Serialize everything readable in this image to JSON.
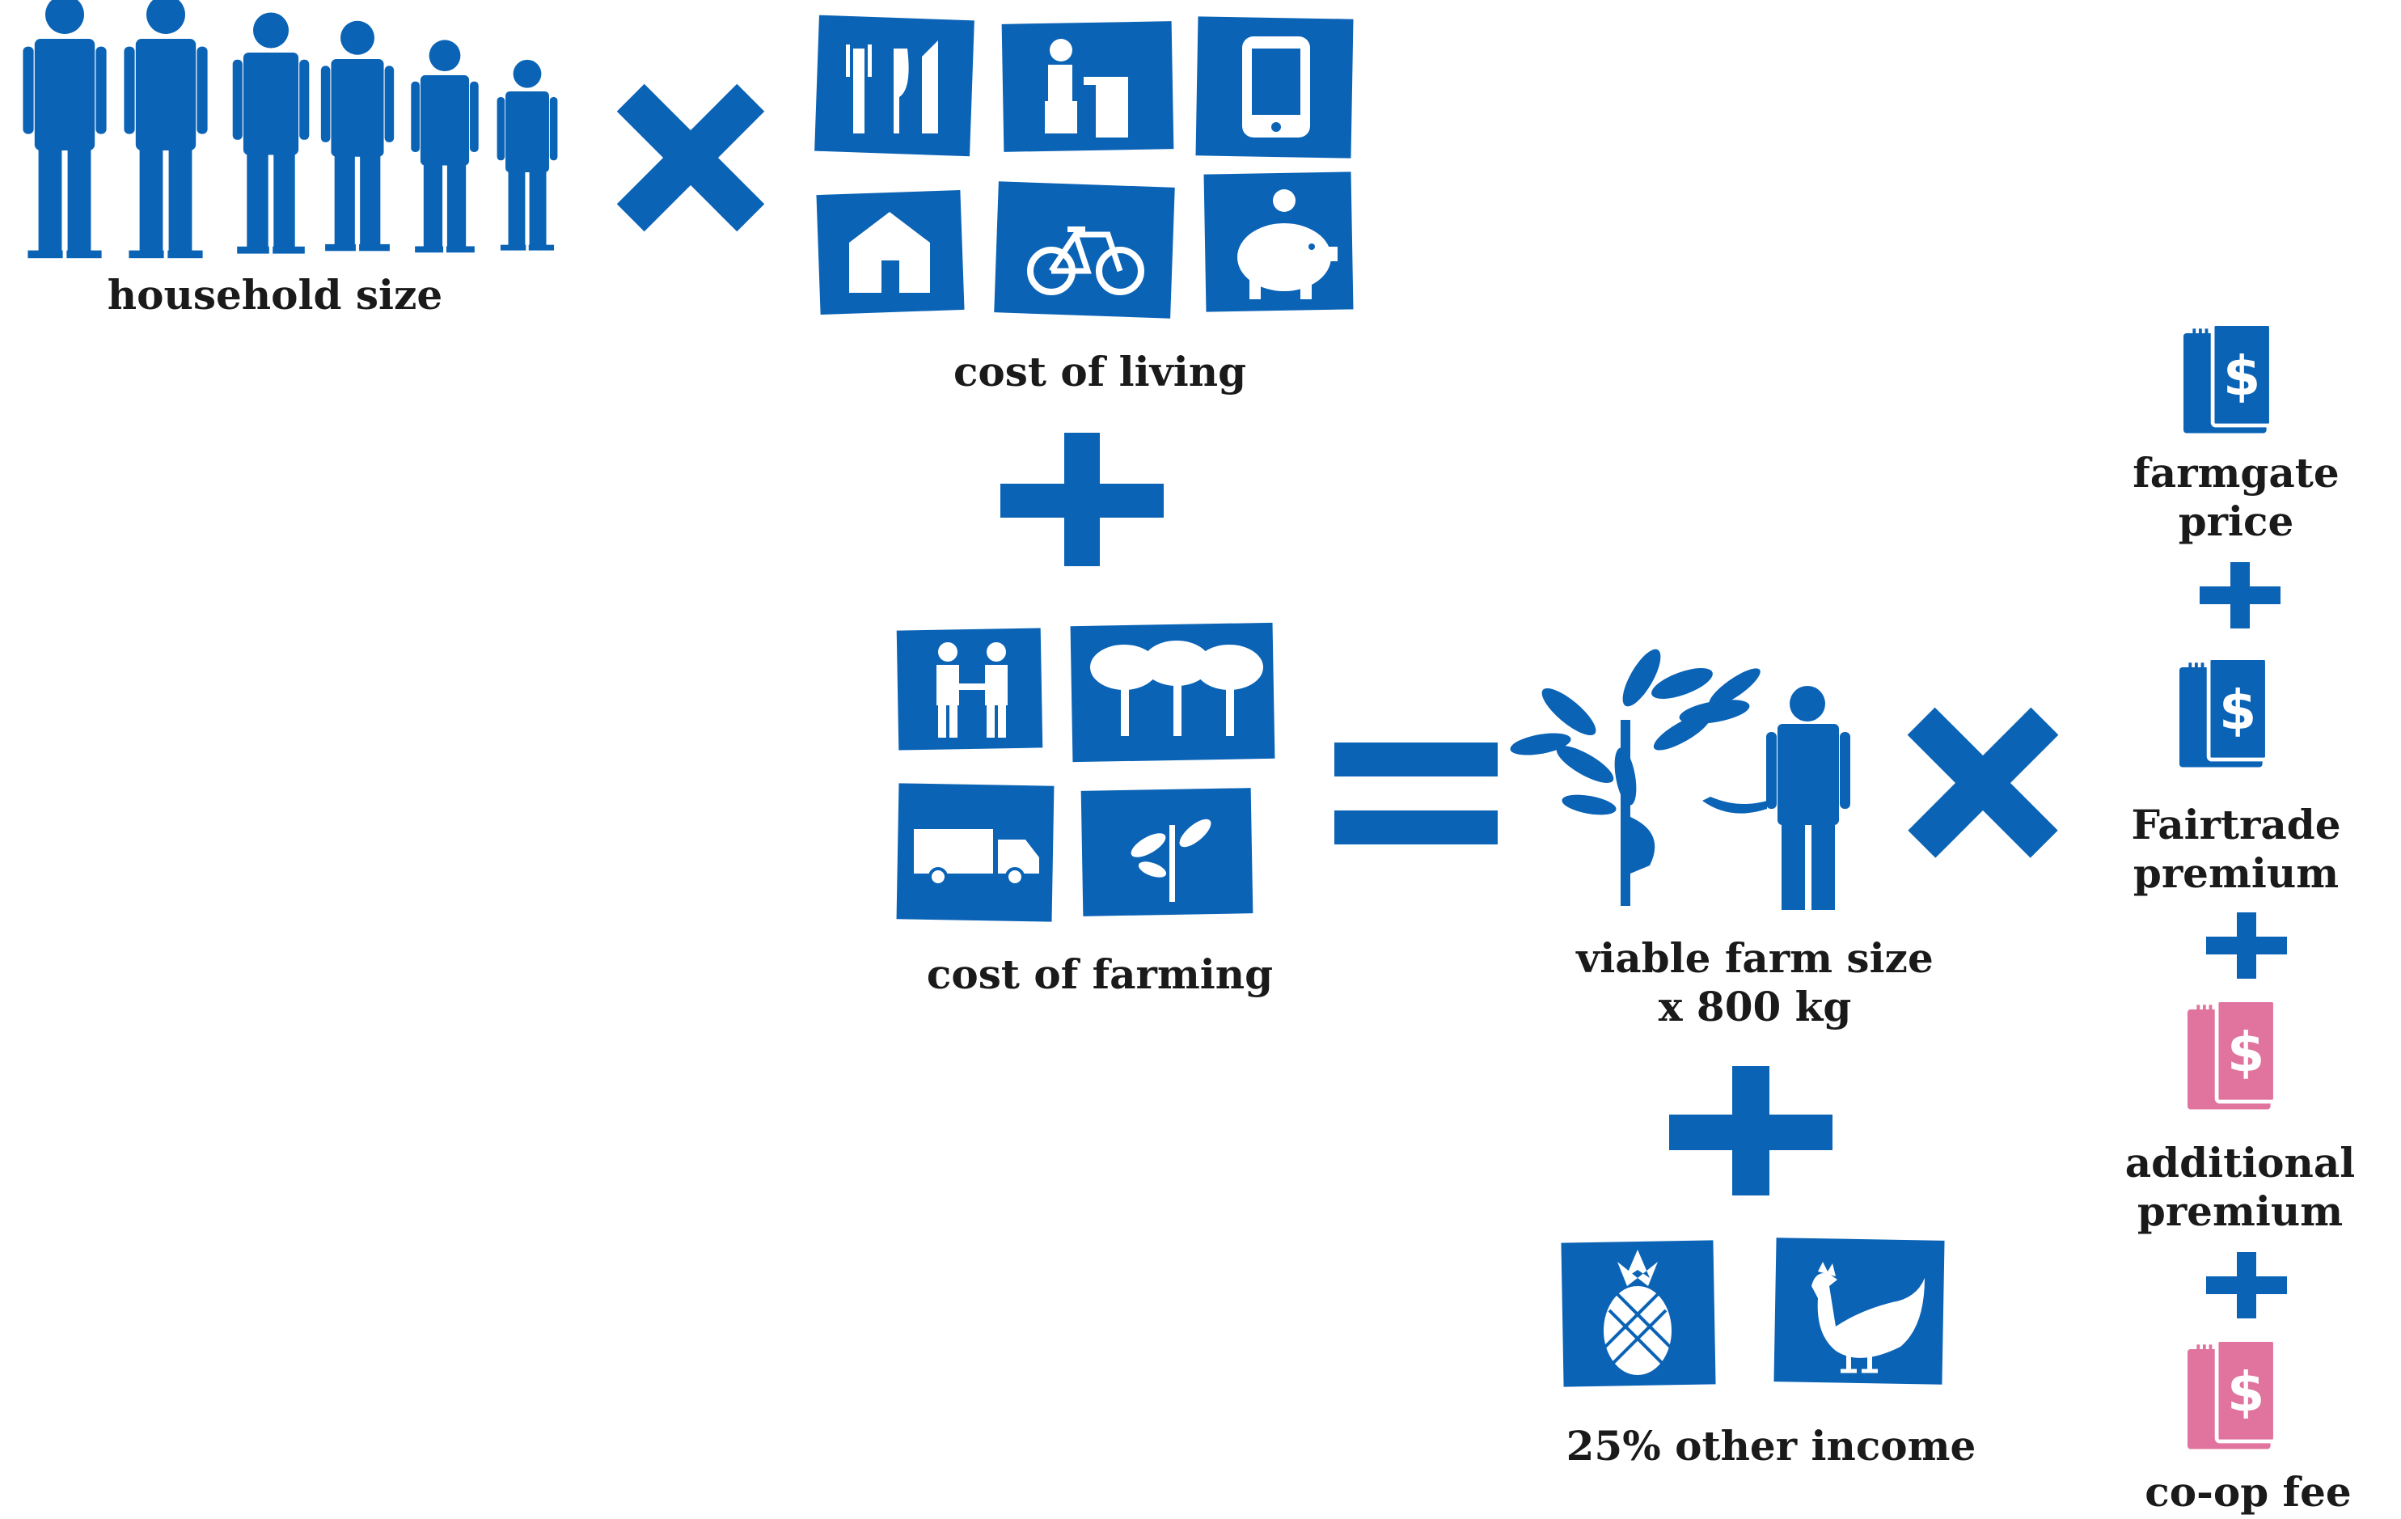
{
  "colors": {
    "blue": "#0b63b6",
    "pink": "#e0749e",
    "text": "#1a1a1a",
    "background": "#ffffff"
  },
  "labels": {
    "household_size": "household size",
    "cost_of_living": "cost of living",
    "cost_of_farming": "cost of farming",
    "viable_farm_size_line1": "viable farm size",
    "viable_farm_size_line2": "x 800 kg",
    "other_income": "25% other income",
    "farmgate_line1": "farmgate",
    "farmgate_line2": "price",
    "fairtrade_line1": "Fairtrade",
    "fairtrade_line2": "premium",
    "additional_line1": "additional",
    "additional_line2": "premium",
    "coop_fee": "co-op fee"
  },
  "operators": {
    "times": "×",
    "plus": "+",
    "equals": "="
  },
  "icons": {
    "household": [
      "person-icon",
      "person-icon",
      "person-icon",
      "person-icon",
      "person-icon",
      "person-icon"
    ],
    "cost_of_living": [
      "food-utensils-icon",
      "education-icon",
      "phone-icon",
      "house-icon",
      "bicycle-icon",
      "piggy-bank-icon"
    ],
    "cost_of_farming": [
      "labor-handshake-icon",
      "trees-icon",
      "truck-icon",
      "seedling-icon"
    ],
    "farm": [
      "tree-icon",
      "farmer-machete-icon"
    ],
    "other_income": [
      "pineapple-icon",
      "chicken-icon"
    ],
    "money": [
      "money-stack-icon",
      "money-stack-icon",
      "money-stack-icon",
      "money-stack-icon"
    ]
  }
}
